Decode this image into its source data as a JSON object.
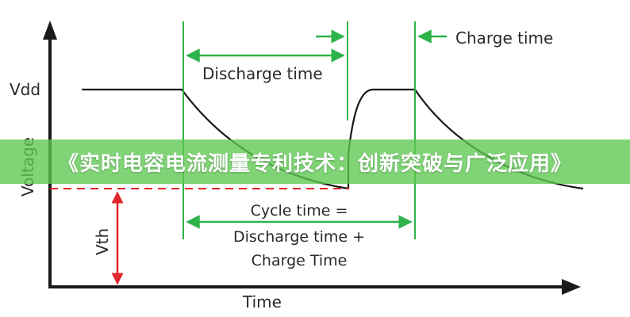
{
  "diagram": {
    "y_axis_label": "Voltage",
    "x_axis_label": "Time",
    "vdd_label": "Vdd",
    "vth_label": "Vth",
    "discharge_label": "Discharge time",
    "charge_label": "Charge time",
    "cycle_label_line1": "Cycle time =",
    "cycle_label_line2": "Discharge time +",
    "cycle_label_line3": "Charge Time"
  },
  "banner": {
    "title": "《实时电容电流测量专利技术：创新突破与广泛应用》"
  },
  "colors": {
    "axis": "#1a1a1a",
    "waveform": "#1a1a1a",
    "marker_green": "#2db34a",
    "threshold_red": "#e2262b",
    "banner_green": "#5cc850"
  }
}
